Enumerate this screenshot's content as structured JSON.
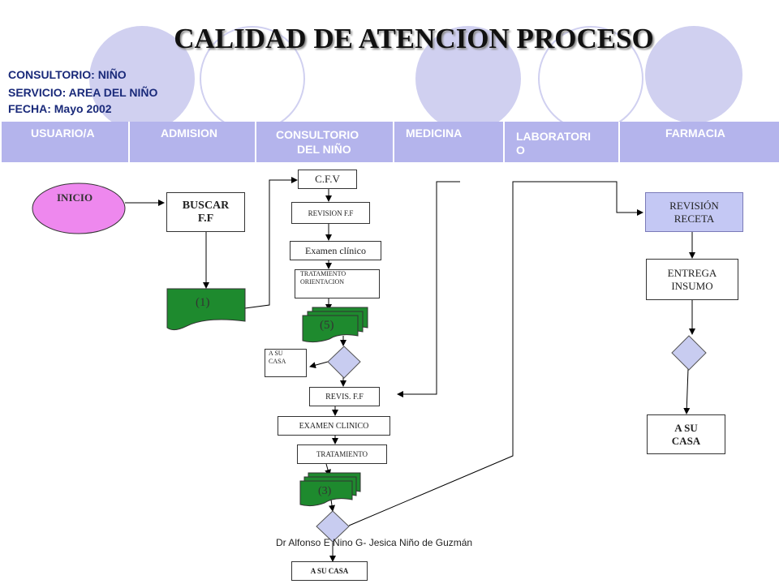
{
  "title": "CALIDAD DE ATENCION PROCESO",
  "header": {
    "consultorio": "CONSULTORIO: NIÑO",
    "servicio": "SERVICIO: AREA DEL NIÑO",
    "fecha": "FECHA: Mayo 2002"
  },
  "lanes": [
    {
      "line1": "USUARIO/A",
      "line2": ""
    },
    {
      "line1": "ADMISION",
      "line2": ""
    },
    {
      "line1": "CONSULTORIO",
      "line2": "DEL NIÑO"
    },
    {
      "line1": "MEDICINA",
      "line2": ""
    },
    {
      "line1": "LABORATORI",
      "line2": "O"
    },
    {
      "line1": "FARMACIA",
      "line2": ""
    }
  ],
  "nodes": {
    "inicio": "INICIO",
    "buscar_1": "BUSCAR",
    "buscar_2": "F.F",
    "doc1": "(1)",
    "cfv": "C.F.V",
    "revision_ff": "REVISION  F.F",
    "examen_clinico": "Examen clínico",
    "tratamiento_1": "TRATAMIENTO",
    "tratamiento_2": "ORIENTACION",
    "doc5": "(5)",
    "a_su_casa_1a": "A SU",
    "a_su_casa_1b": "CASA",
    "revis_ff": "REVIS.  F.F",
    "examen_clinico_2": "EXAMEN  CLINICO",
    "tratamiento_3": "TRATAMIENTO",
    "doc3": "(3)",
    "a_su_casa_2": "A SU CASA",
    "revision_receta_1": "REVISIÓN",
    "revision_receta_2": "RECETA",
    "entrega_1": "ENTREGA",
    "entrega_2": "INSUMO",
    "a_su_casa_3a": "A SU",
    "a_su_casa_3b": "CASA"
  },
  "footer": "Dr Alfonso E Nino G- Jesica Niño de Guzmán",
  "colors": {
    "lane": "#b4b4ec",
    "deco_fill": "#d0d0f0",
    "start": "#ee88ee",
    "document": "#1e8a2e",
    "decision": "#c8ccf0",
    "blue_box": "#c4c8f4"
  }
}
